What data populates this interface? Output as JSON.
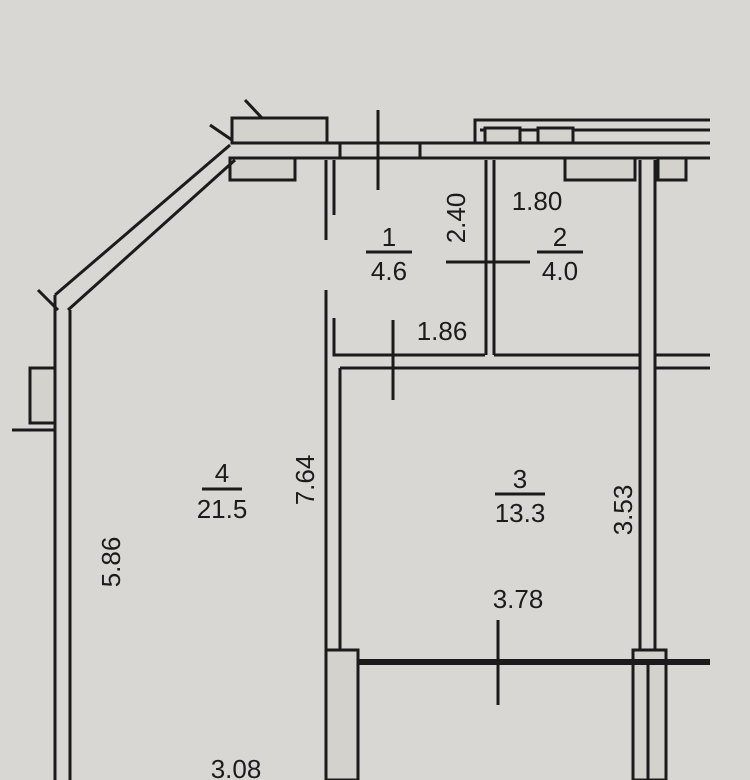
{
  "plan": {
    "rooms": [
      {
        "number": "1",
        "area": "4.6"
      },
      {
        "number": "2",
        "area": "4.0"
      },
      {
        "number": "3",
        "area": "13.3"
      },
      {
        "number": "4",
        "area": "21.5"
      }
    ],
    "dimensions": {
      "d_2_40": "2.40",
      "d_1_80": "1.80",
      "d_1_86": "1.86",
      "d_7_64": "7.64",
      "d_3_53": "3.53",
      "d_3_78": "3.78",
      "d_5_86": "5.86",
      "d_3_08": "3.08"
    }
  }
}
